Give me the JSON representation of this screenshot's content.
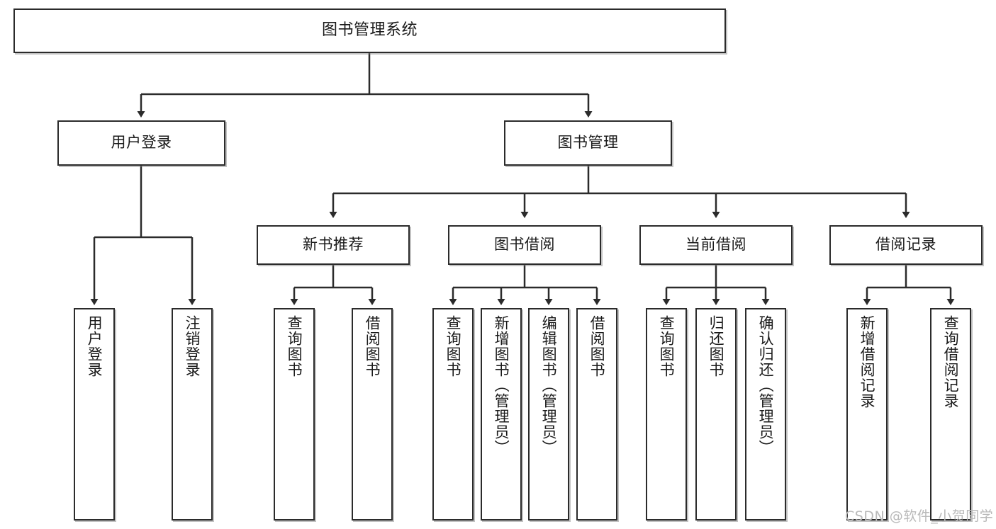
{
  "diagram": {
    "title": "图书管理系统",
    "type": "hierarchy-tree",
    "orientation": "top-down",
    "levels": 4,
    "colors": {
      "box_border": "#2b2b2b",
      "box_fill": "#ffffff",
      "edge": "#2b2b2b",
      "background": "#ffffff",
      "watermark": "#b9b9b9"
    }
  },
  "nodes": {
    "root": {
      "label": "图书管理系统"
    },
    "level2": [
      {
        "id": "user-login",
        "label": "用户登录"
      },
      {
        "id": "book-manage",
        "label": "图书管理"
      }
    ],
    "level3": [
      {
        "id": "new-book-recommend",
        "label": "新书推荐"
      },
      {
        "id": "book-borrow",
        "label": "图书借阅"
      },
      {
        "id": "current-borrow",
        "label": "当前借阅"
      },
      {
        "id": "borrow-record",
        "label": "借阅记录"
      }
    ],
    "leaves": {
      "user_login": [
        {
          "id": "leaf-user-login",
          "label": "用户登录"
        },
        {
          "id": "leaf-logout",
          "label": "注销登录"
        }
      ],
      "new_book_recommend": [
        {
          "id": "leaf-query-book-1",
          "label": "查询图书"
        },
        {
          "id": "leaf-borrow-book-1",
          "label": "借阅图书"
        }
      ],
      "book_borrow": [
        {
          "id": "leaf-query-book-2",
          "label": "查询图书"
        },
        {
          "id": "leaf-add-book",
          "label": "新增图书（管理员）"
        },
        {
          "id": "leaf-edit-book",
          "label": "编辑图书（管理员）"
        },
        {
          "id": "leaf-borrow-book-2",
          "label": "借阅图书"
        }
      ],
      "current_borrow": [
        {
          "id": "leaf-query-book-3",
          "label": "查询图书"
        },
        {
          "id": "leaf-return-book",
          "label": "归还图书"
        },
        {
          "id": "leaf-confirm-return",
          "label": "确认归还（管理员）"
        }
      ],
      "borrow_record": [
        {
          "id": "leaf-add-record",
          "label": "新增借阅记录"
        },
        {
          "id": "leaf-query-record",
          "label": "查询借阅记录"
        }
      ]
    }
  },
  "watermark": {
    "text": "CSDN @软件_小贺同学"
  }
}
